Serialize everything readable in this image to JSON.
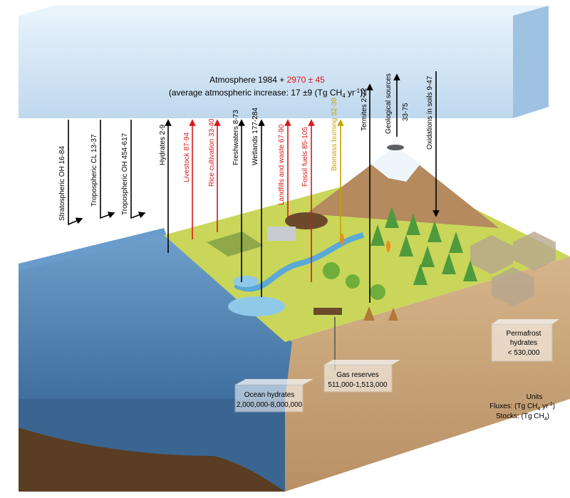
{
  "atmosphere": {
    "line1_prefix": "Atmosphere 1984 + ",
    "line1_value": "2970 ± 45",
    "line2_prefix": "(average atmospheric increase: 17 ±9 (Tg CH",
    "line2_sub": "4",
    "line2_mid": " yr",
    "line2_sup": "-1",
    "line2_suffix": "))"
  },
  "sinks": [
    {
      "label": "Stratospheric OH  16-84",
      "color": "#000000"
    },
    {
      "label": "Tropospheric CL  13-37",
      "color": "#000000"
    },
    {
      "label": "Tropospheric OH  454-617",
      "color": "#000000"
    }
  ],
  "sources": [
    {
      "label": "Hydrates  2-9",
      "color": "#000000"
    },
    {
      "label": "Livestock  87-94",
      "color": "#d7191c"
    },
    {
      "label": "Rice cultivation  33-40",
      "color": "#d7191c"
    },
    {
      "label": "Freshwaters  8-73",
      "color": "#000000"
    },
    {
      "label": "Wetlands  177-284",
      "color": "#000000"
    },
    {
      "label": "Landfills and waste  67-90",
      "color": "#d7191c"
    },
    {
      "label": "Fossil fuels  85-105",
      "color": "#d7191c"
    },
    {
      "label": "Biomass burning  32-39",
      "color": "#c8a200"
    },
    {
      "label": "Termites  2-22",
      "color": "#000000"
    }
  ],
  "geological": {
    "line1": "Geological sources",
    "line2": "33-75"
  },
  "soil_sink": {
    "label": "Oxidations in soils  9-47"
  },
  "stocks": {
    "ocean": {
      "line1": "Ocean hydrates",
      "line2": "2,000,000-8,000,000"
    },
    "gas": {
      "line1": "Gas reserves",
      "line2": "511,000-1,513,000"
    },
    "permafrost": {
      "line1": "Permafrost",
      "line2": "hydrates",
      "line3": "< 530,000"
    }
  },
  "units": {
    "title": "Units",
    "fluxes_prefix": "Fluxes: (Tg CH",
    "fluxes_sub": "4",
    "fluxes_suffix": " yr",
    "fluxes_sup": "-1",
    "fluxes_end": ")",
    "stocks_prefix": "Stocks: (Tg CH",
    "stocks_sub": "4",
    "stocks_end": ")"
  },
  "colors": {
    "red": "#d7191c",
    "gold": "#c8a200",
    "ocean": "#5a8fbf",
    "land": "#c9d65a",
    "soil": "#c8a57a",
    "sky_band": "#cfe3f5"
  }
}
